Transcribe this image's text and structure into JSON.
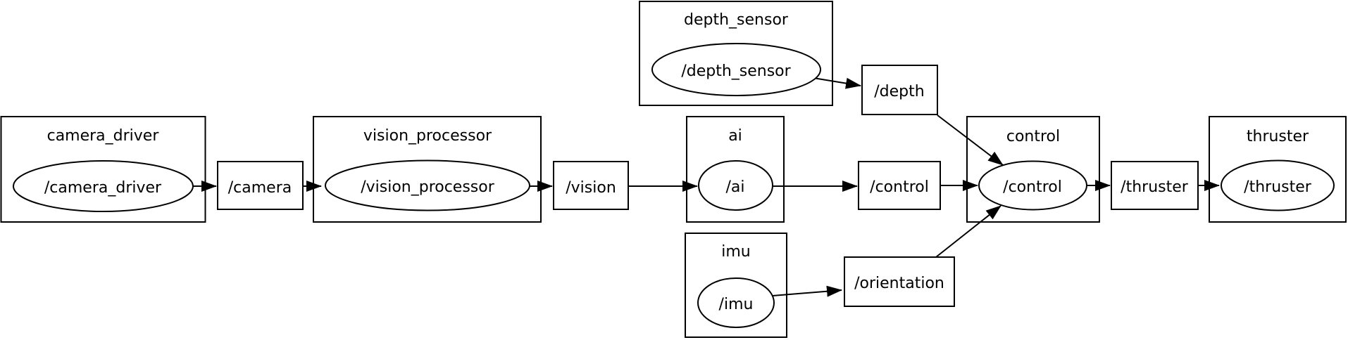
{
  "diagram": {
    "kind": "ros-computation-graph",
    "colors": {
      "background": "#ffffff",
      "stroke": "#000000",
      "text": "#000000"
    },
    "clusters": [
      {
        "id": "camera_driver",
        "label": "camera_driver"
      },
      {
        "id": "vision_processor",
        "label": "vision_processor"
      },
      {
        "id": "depth_sensor",
        "label": "depth_sensor"
      },
      {
        "id": "ai",
        "label": "ai"
      },
      {
        "id": "imu",
        "label": "imu"
      },
      {
        "id": "control",
        "label": "control"
      },
      {
        "id": "thruster",
        "label": "thruster"
      }
    ],
    "nodes": [
      {
        "id": "camera_driver_node",
        "label": "/camera_driver"
      },
      {
        "id": "vision_processor_node",
        "label": "/vision_processor"
      },
      {
        "id": "depth_sensor_node",
        "label": "/depth_sensor"
      },
      {
        "id": "ai_node",
        "label": "/ai"
      },
      {
        "id": "imu_node",
        "label": "/imu"
      },
      {
        "id": "control_node",
        "label": "/control"
      },
      {
        "id": "thruster_node",
        "label": "/thruster"
      }
    ],
    "topics": [
      {
        "id": "camera_topic",
        "label": "/camera"
      },
      {
        "id": "vision_topic",
        "label": "/vision"
      },
      {
        "id": "depth_topic",
        "label": "/depth"
      },
      {
        "id": "control_topic",
        "label": "/control"
      },
      {
        "id": "orientation_topic",
        "label": "/orientation"
      },
      {
        "id": "thruster_topic",
        "label": "/thruster"
      }
    ],
    "edges": [
      {
        "from": "node:/camera_driver",
        "to": "topic:/camera"
      },
      {
        "from": "topic:/camera",
        "to": "node:/vision_processor"
      },
      {
        "from": "node:/vision_processor",
        "to": "topic:/vision"
      },
      {
        "from": "topic:/vision",
        "to": "node:/ai"
      },
      {
        "from": "node:/ai",
        "to": "topic:/control"
      },
      {
        "from": "topic:/control",
        "to": "node:/control"
      },
      {
        "from": "node:/depth_sensor",
        "to": "topic:/depth"
      },
      {
        "from": "topic:/depth",
        "to": "node:/control"
      },
      {
        "from": "node:/imu",
        "to": "topic:/orientation"
      },
      {
        "from": "topic:/orientation",
        "to": "node:/control"
      },
      {
        "from": "node:/control",
        "to": "topic:/thruster"
      },
      {
        "from": "topic:/thruster",
        "to": "node:/thruster"
      }
    ]
  }
}
